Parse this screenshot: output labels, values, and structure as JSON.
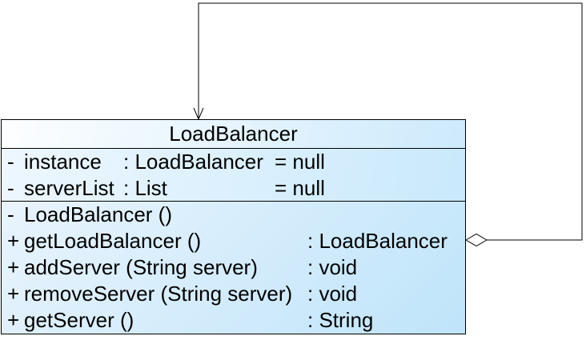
{
  "colors": {
    "border": "#000000",
    "connector": "#000000",
    "text": "#000000",
    "fill-light": "#eef7fe",
    "fill-dark": "#bfe4fa"
  },
  "class_box": {
    "name": "LoadBalancer",
    "attributes": [
      {
        "visibility": "-",
        "name": "instance",
        "type": ": LoadBalancer",
        "default": "= null"
      },
      {
        "visibility": "-",
        "name": "serverList",
        "type": ": List",
        "default": "= null"
      }
    ],
    "methods": [
      {
        "visibility": "-",
        "signature": "LoadBalancer ()",
        "returns": ""
      },
      {
        "visibility": "+",
        "signature": "getLoadBalancer ()",
        "returns": ": LoadBalancer"
      },
      {
        "visibility": "+",
        "signature": "addServer (String server)",
        "returns": ": void"
      },
      {
        "visibility": "+",
        "signature": "removeServer (String server)",
        "returns": ": void"
      },
      {
        "visibility": "+",
        "signature": "getServer ()",
        "returns": ": String"
      }
    ]
  },
  "relationship": {
    "kind": "self-association",
    "source_decoration": "hollow-aggregation-diamond",
    "target_decoration": "open-arrowhead"
  }
}
